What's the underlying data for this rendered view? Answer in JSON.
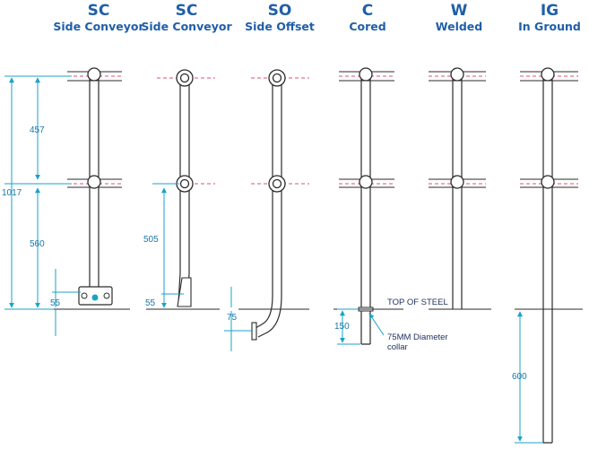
{
  "columns": [
    {
      "code": "SC",
      "name": "Side Conveyor"
    },
    {
      "code": "SC",
      "name": "Side Conveyor"
    },
    {
      "code": "SO",
      "name": "Side Offset"
    },
    {
      "code": "C",
      "name": "Cored"
    },
    {
      "code": "W",
      "name": "Welded"
    },
    {
      "code": "IG",
      "name": "In Ground"
    }
  ],
  "dimensions": {
    "total_height": "1017",
    "upper_spacing": "457",
    "lower_spacing": "560",
    "base_plate": "55",
    "side_bracket_height": "505",
    "side_bracket_base": "55",
    "offset_drop": "75",
    "core_depth": "150",
    "ground_depth": "600"
  },
  "notes": {
    "top_of_steel": "TOP OF STEEL",
    "collar_line1": "75MM Diameter",
    "collar_line2": "collar"
  },
  "colors": {
    "heading": "#1f5fa8",
    "dimension": "#1aa3c8",
    "centerline": "#e0506a",
    "outline": "#2b2b2b"
  }
}
